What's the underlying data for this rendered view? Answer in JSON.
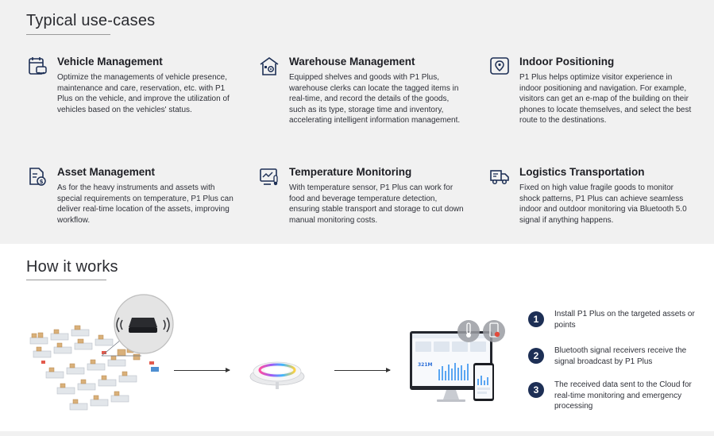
{
  "typical": {
    "title": "Typical use-cases",
    "cases": [
      {
        "title": "Vehicle Management",
        "desc": "Optimize the managements of vehicle presence, maintenance and care, reservation, etc. with P1 Plus on the vehicle, and improve the utilization of vehicles based on the vehicles' status.",
        "icon": "vehicle-calendar-icon"
      },
      {
        "title": "Warehouse Management",
        "desc": "Equipped shelves and goods with P1 Plus, warehouse clerks can locate the tagged items in real-time, and record the details of the goods, such as its type, storage time and inventory, accelerating intelligent information management.",
        "icon": "warehouse-gear-icon"
      },
      {
        "title": "Indoor Positioning",
        "desc": "P1 Plus helps optimize visitor experience in indoor positioning and navigation. For example, visitors can get an e-map of the building on their phones to locate themselves, and select the best route to the destinations.",
        "icon": "map-pin-icon"
      },
      {
        "title": "Asset Management",
        "desc": "As for the heavy instruments and assets with special requirements on temperature, P1 Plus can deliver real-time location of the assets, improving workflow.",
        "icon": "document-dollar-icon"
      },
      {
        "title": "Temperature Monitoring",
        "desc": "With temperature sensor, P1 Plus can work for food and beverage temperature detection, ensuring stable transport and storage to cut down manual monitoring costs.",
        "icon": "monitor-thermometer-icon"
      },
      {
        "title": "Logistics Transportation",
        "desc": "Fixed on high value fragile goods to monitor shock patterns, P1 Plus can achieve seamless indoor and outdoor monitoring via Bluetooth 5.0 signal if anything happens.",
        "icon": "truck-icon"
      }
    ]
  },
  "how": {
    "title": "How it works",
    "steps": [
      {
        "num": "1",
        "text": "Install P1 Plus on the targeted assets or points"
      },
      {
        "num": "2",
        "text": "Bluetooth signal receivers receive the signal broadcast by P1 Plus"
      },
      {
        "num": "3",
        "text": "The received data sent to the Cloud for real-time monitoring and emergency processing"
      }
    ],
    "dashboard": {
      "big_number": "321M"
    }
  },
  "colors": {
    "accent": "#1d2f55",
    "top_bg": "#f1f1f1"
  }
}
